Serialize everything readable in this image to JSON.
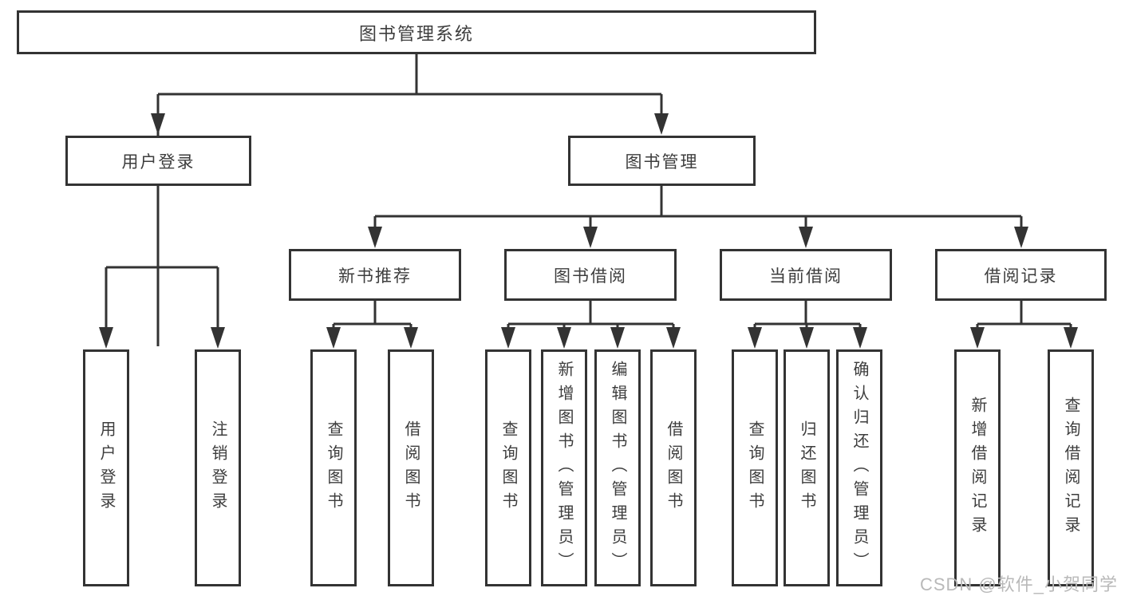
{
  "diagram": {
    "root": {
      "label": "图书管理系统"
    },
    "branches": [
      {
        "label": "用户登录",
        "children": [
          {
            "label": "用户登录"
          },
          {
            "label": "注销登录"
          }
        ]
      },
      {
        "label": "图书管理",
        "children": [
          {
            "label": "新书推荐",
            "children": [
              {
                "label": "查询图书"
              },
              {
                "label": "借阅图书"
              }
            ]
          },
          {
            "label": "图书借阅",
            "children": [
              {
                "label": "查询图书"
              },
              {
                "label": "新增图书（管理员）"
              },
              {
                "label": "编辑图书（管理员）"
              },
              {
                "label": "借阅图书"
              }
            ]
          },
          {
            "label": "当前借阅",
            "children": [
              {
                "label": "查询图书"
              },
              {
                "label": "归还图书"
              },
              {
                "label": "确认归还（管理员）"
              }
            ]
          },
          {
            "label": "借阅记录",
            "children": [
              {
                "label": "新增借阅记录"
              },
              {
                "label": "查询借阅记录"
              }
            ]
          }
        ]
      }
    ]
  },
  "watermark": {
    "text": "CSDN @软件_小贺同学"
  },
  "colors": {
    "line": "#333333",
    "box_border": "#333333",
    "text": "#3d3d3d",
    "watermark": "#b9b9b9",
    "background": "#ffffff"
  }
}
